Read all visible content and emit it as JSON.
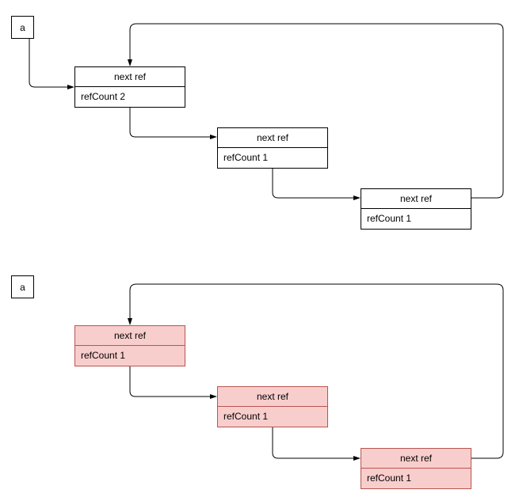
{
  "diagram_top": {
    "variable_label": "a",
    "nodes": [
      {
        "next_label": "next ref",
        "refcount_label": "refCount 2"
      },
      {
        "next_label": "next ref",
        "refcount_label": "refCount 1"
      },
      {
        "next_label": "next ref",
        "refcount_label": "refCount 1"
      }
    ]
  },
  "diagram_bottom": {
    "variable_label": "a",
    "nodes": [
      {
        "next_label": "next ref",
        "refcount_label": "refCount 1"
      },
      {
        "next_label": "next ref",
        "refcount_label": "refCount 1"
      },
      {
        "next_label": "next ref",
        "refcount_label": "refCount 1"
      }
    ]
  },
  "colors": {
    "background": "#ffffff",
    "edge_color": "#000000",
    "node_fill_top": "#ffffff",
    "node_stroke_top": "#000000",
    "node_fill_bottom": "#f8cecc",
    "node_stroke_bottom": "#b85450",
    "text_color": "#000000"
  }
}
